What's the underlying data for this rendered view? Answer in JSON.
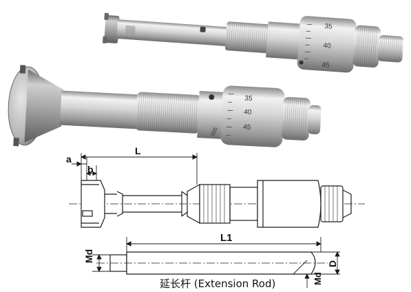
{
  "top_photo": {
    "scale_marks": [
      "35",
      "40",
      "45"
    ]
  },
  "mid_photo": {
    "scale_marks": [
      "35",
      "40",
      "45"
    ],
    "marking": "005"
  },
  "drawing": {
    "labels": {
      "a": "a",
      "b": "b",
      "L": "L",
      "L1": "L1",
      "Md_left": "Md",
      "Md_bottom": "Md",
      "D": "D"
    }
  },
  "caption": "延长杆 (Extension Rod)",
  "colors": {
    "line": "#1a1a1a",
    "metal_light": "#e8e8e8",
    "metal_mid": "#b9b9b9",
    "metal_dark": "#7a7a7a"
  }
}
